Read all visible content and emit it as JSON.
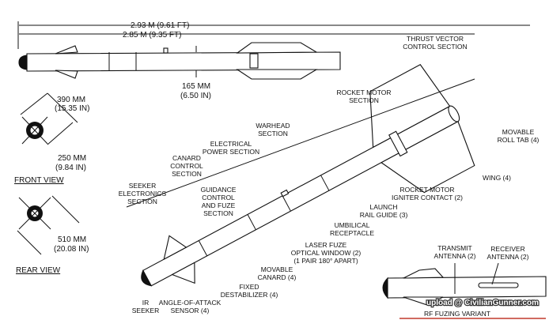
{
  "dimensions": {
    "overall_length": "2.93 M (9.61 FT)",
    "body_length": "2.85 M (9.35 FT)",
    "diameter_mm": "165 MM",
    "diameter_in": "(6.50 IN)",
    "front_span_mm": "390 MM",
    "front_span_in": "(15.35 IN)",
    "canard_span_mm": "250 MM",
    "canard_span_in": "(9.84 IN)",
    "rear_span_mm": "510 MM",
    "rear_span_in": "(20.08 IN)"
  },
  "views": {
    "front": "FRONT VIEW",
    "rear": "REAR VIEW"
  },
  "labels": {
    "thrust_vector": [
      "THRUST VECTOR",
      "CONTROL SECTION"
    ],
    "rocket_motor_section": [
      "ROCKET MOTOR",
      "SECTION"
    ],
    "warhead": [
      "WARHEAD",
      "SECTION"
    ],
    "electrical": [
      "ELECTRICAL",
      "POWER SECTION"
    ],
    "canard_control": [
      "CANARD",
      "CONTROL",
      "SECTION"
    ],
    "seeker_electronics": [
      "SEEKER",
      "ELECTRONICS",
      "SECTION"
    ],
    "guidance": [
      "GUIDANCE",
      "CONTROL",
      "AND FUZE",
      "SECTION"
    ],
    "movable_roll_tab": [
      "MOVABLE",
      "ROLL TAB (4)"
    ],
    "wing": "WING (4)",
    "igniter": [
      "ROCKET MOTOR",
      "IGNITER CONTACT (2)"
    ],
    "launch_rail": [
      "LAUNCH",
      "RAIL GUIDE (3)"
    ],
    "umbilical": [
      "UMBILICAL",
      "RECEPTACLE"
    ],
    "laser_fuze": [
      "LASER FUZE",
      "OPTICAL WINDOW (2)",
      "(1 PAIR 180° APART)"
    ],
    "movable_canard": [
      "MOVABLE",
      "CANARD (4)"
    ],
    "fixed_destabilizer": [
      "FIXED",
      "DESTABILIZER (4)"
    ],
    "ir_seeker": [
      "IR",
      "SEEKER"
    ],
    "aoa_sensor": [
      "ANGLE-OF-ATTACK",
      "SENSOR (4)"
    ],
    "transmit_antenna": [
      "TRANSMIT",
      "ANTENNA (2)"
    ],
    "receiver_antenna": [
      "RECEIVER",
      "ANTENNA (2)"
    ],
    "rf_variant": "RF FUZING VARIANT"
  },
  "watermark": "upload @ CivilianGunner.com",
  "colors": {
    "line": "#111111",
    "watermark_underline": "#c0392b"
  }
}
